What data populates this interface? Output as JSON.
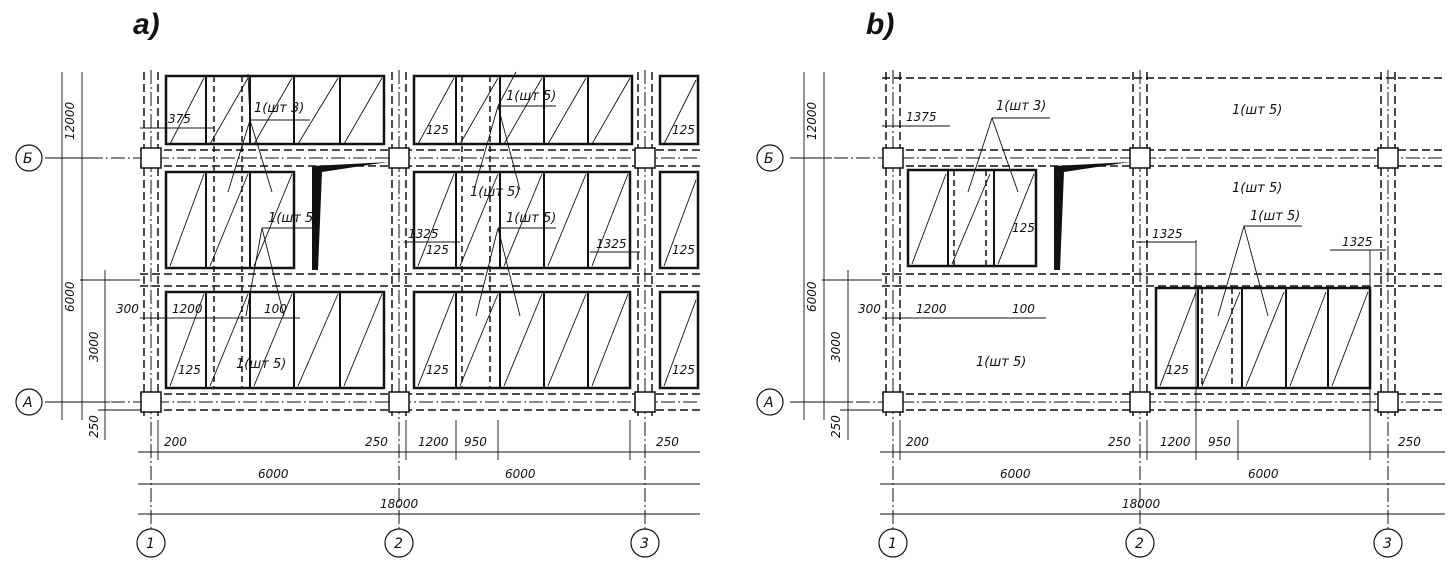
{
  "panels": [
    {
      "label": "a)",
      "axes": {
        "rows": [
          "Б",
          "А"
        ],
        "cols": [
          "1",
          "2",
          "3"
        ]
      },
      "vertical_dims": [
        "12000",
        "6000",
        "3000",
        "250"
      ],
      "bottom_dims": [
        "200",
        "250",
        "1200",
        "950",
        "250",
        "6000",
        "6000",
        "18000"
      ],
      "left_dims": [
        "375",
        "300",
        "1200",
        "100"
      ],
      "dim_125": "125",
      "dim_1325": "1325",
      "callouts": [
        "1(шт 3)",
        "1(шт 5)",
        "1(шт 5)",
        "1(шт 5)",
        "1(шт 5)",
        "1(шт 5)"
      ]
    },
    {
      "label": "b)",
      "axes": {
        "rows": [
          "Б",
          "А"
        ],
        "cols": [
          "1",
          "2",
          "3"
        ]
      },
      "vertical_dims": [
        "12000",
        "6000",
        "3000",
        "250"
      ],
      "bottom_dims": [
        "200",
        "250",
        "1200",
        "950",
        "250",
        "6000",
        "6000",
        "18000"
      ],
      "left_dims": [
        "1375",
        "300",
        "1200",
        "100"
      ],
      "dim_125": "125",
      "dim_1325": "1325",
      "callouts": [
        "1(шт 3)",
        "1(шт 5)",
        "1(шт 5)",
        "1(шт 5)",
        "1(шт 5)"
      ]
    }
  ]
}
